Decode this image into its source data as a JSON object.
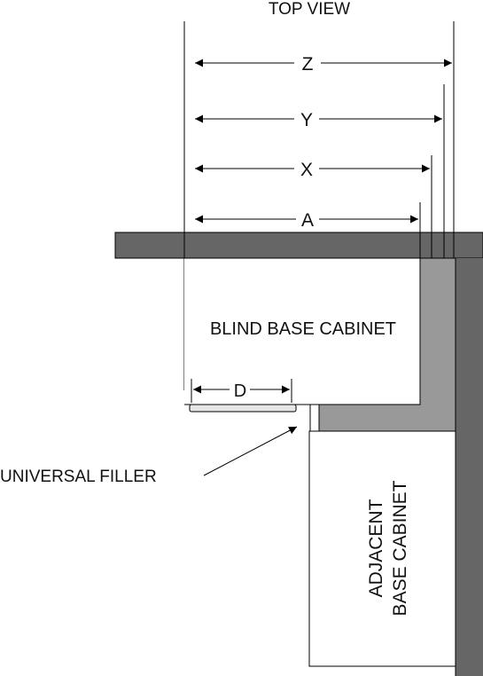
{
  "title": "TOP VIEW",
  "dimensions": [
    {
      "id": "z",
      "label": "Z"
    },
    {
      "id": "y",
      "label": "Y"
    },
    {
      "id": "x",
      "label": "X"
    },
    {
      "id": "a",
      "label": "A"
    },
    {
      "id": "d",
      "label": "D"
    }
  ],
  "cabinet_label": "BLIND BASE CABINET",
  "filler_label": "UNIVERSAL FILLER",
  "adjacent_label_line1": "ADJACENT",
  "adjacent_label_line2": "BASE CABINET",
  "colors": {
    "wall_dark": "#666666",
    "side_panel": "#999999",
    "line": "#000000",
    "background": "#ffffff"
  }
}
